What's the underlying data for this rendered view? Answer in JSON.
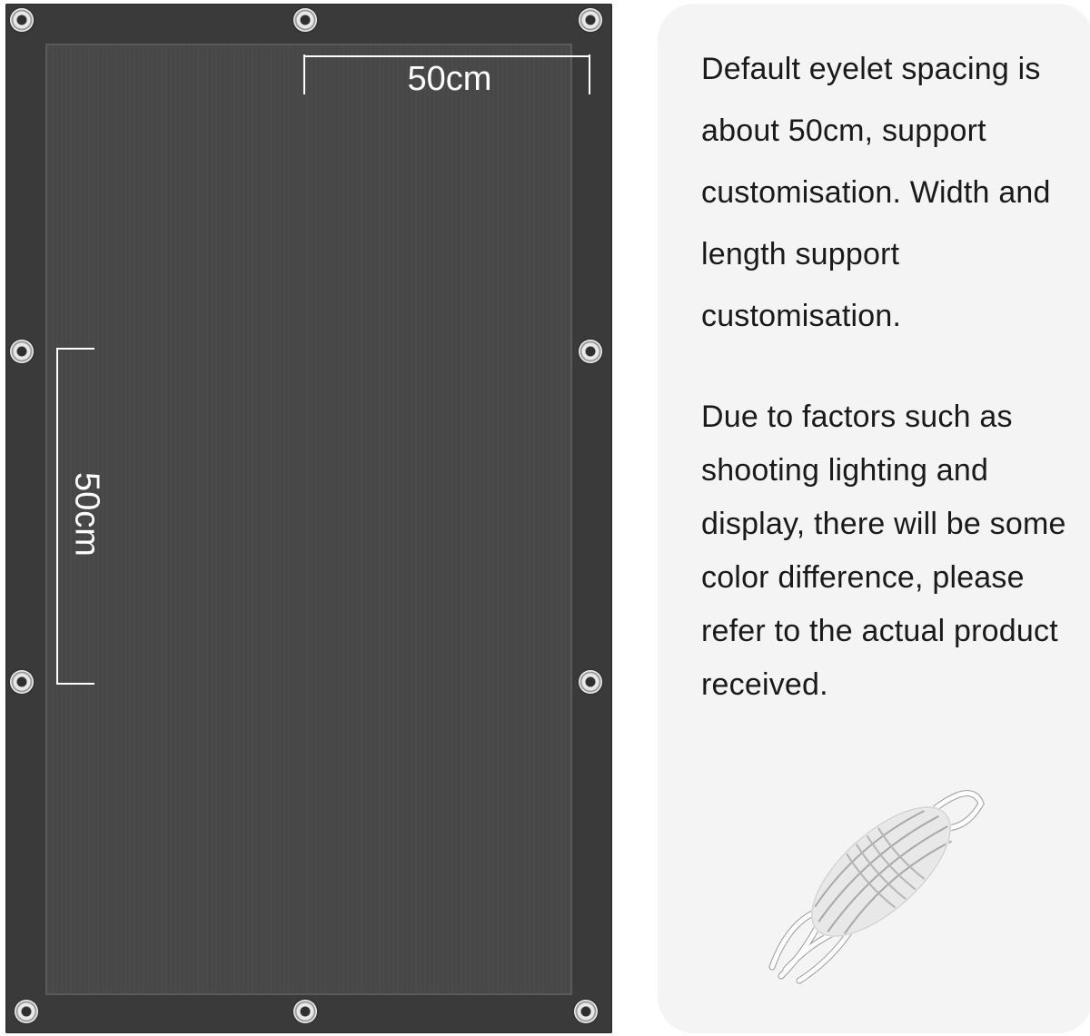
{
  "dimensions": {
    "horizontal_label": "50cm",
    "vertical_label": "50cm"
  },
  "info": {
    "spacing_note": "Default eyelet spacing is about 50cm, support customisation. Width and length support customisation.",
    "color_note": "Due to factors such as shooting lighting and display, there will be some color difference, please refer to the actual product received."
  },
  "colors": {
    "tarp": "#3a3a3a",
    "panel": "#474747",
    "card": "#f4f4f4",
    "text": "#1a1a1a"
  },
  "icons": {
    "eyelet": "eyelet-icon",
    "rope": "rope-bundle-icon"
  }
}
